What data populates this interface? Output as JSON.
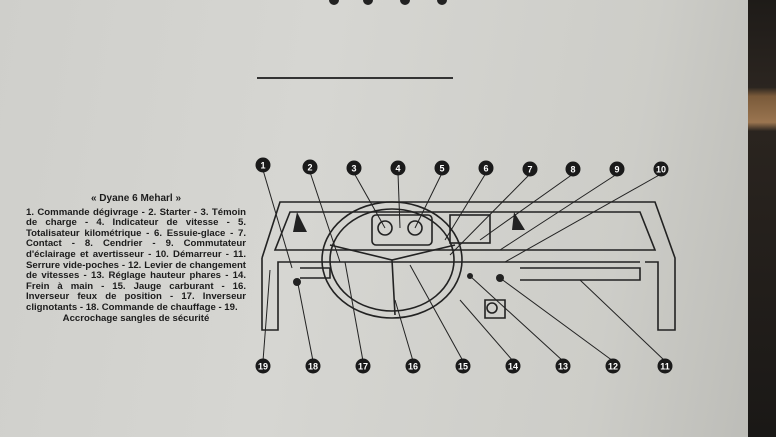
{
  "caption": {
    "title": "« Dyane 6 Meharl »",
    "body": "1. Commande dégivrage - 2. Starter - 3. Témoin de charge - 4. Indicateur de vitesse - 5. Totalisateur kilométrique - 6. Essuie-glace - 7. Contact - 8. Cendrier - 9. Commutateur d'éclairage et avertisseur - 10. Démarreur - 11. Serrure vide-poches - 12. Levier de changement de vitesses - 13. Réglage hauteur phares - 14. Frein à main - 15. Jauge carburant - 16. Inverseur feux de position - 17. Inverseur clignotants - 18. Commande de chauffage - 19.",
    "last": "Accrochage sangles de sécurité"
  },
  "callouts_top": [
    "1",
    "2",
    "3",
    "4",
    "5",
    "6",
    "7",
    "8",
    "9",
    "10"
  ],
  "callouts_bottom": [
    "19",
    "18",
    "17",
    "16",
    "15",
    "14",
    "13",
    "12",
    "11"
  ]
}
